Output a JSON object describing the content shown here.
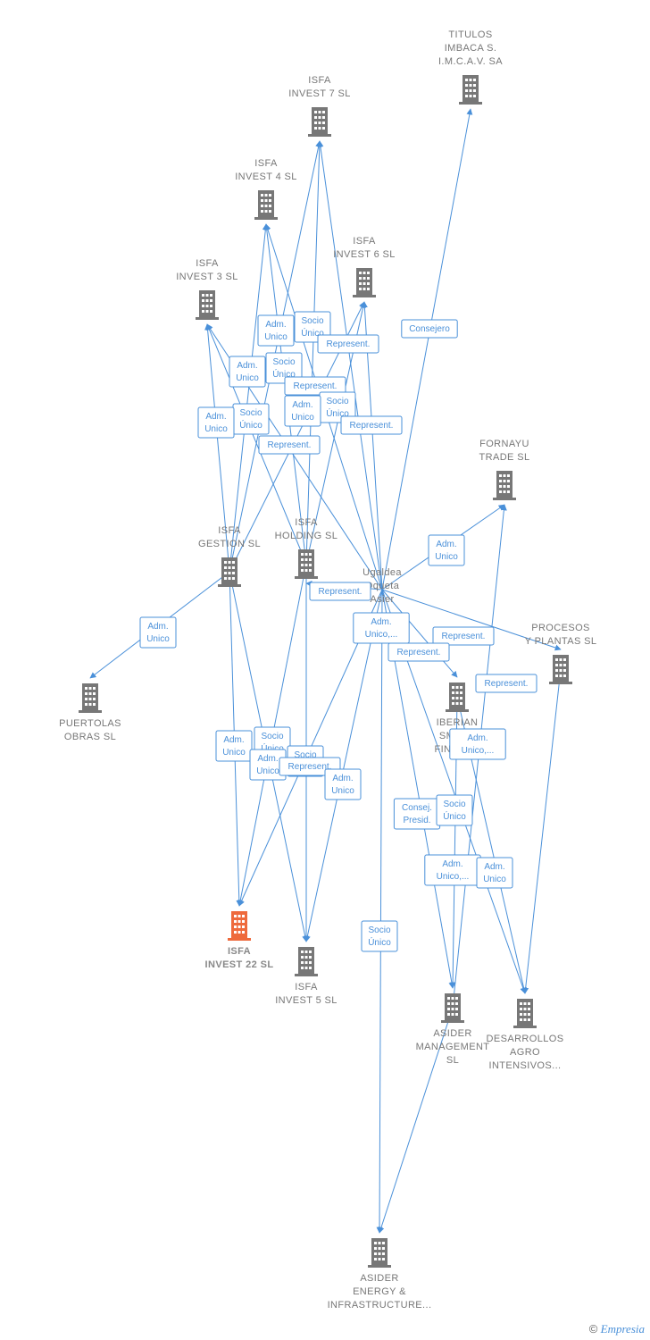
{
  "colors": {
    "edge": "#4a90d9",
    "building": "#777777",
    "focus": "#ee6a3c",
    "label": "#777777"
  },
  "nodes": [
    {
      "id": "titulos",
      "icon": "building-icon",
      "label": [
        "TITULOS",
        "IMBACA S.",
        "I.M.C.A.V. SA"
      ]
    },
    {
      "id": "isfa7",
      "icon": "building-icon",
      "label": [
        "ISFA",
        "INVEST 7  SL"
      ]
    },
    {
      "id": "isfa4",
      "icon": "building-icon",
      "label": [
        "ISFA",
        "INVEST 4  SL"
      ]
    },
    {
      "id": "isfa6",
      "icon": "building-icon",
      "label": [
        "ISFA",
        "INVEST 6  SL"
      ]
    },
    {
      "id": "isfa3",
      "icon": "building-icon",
      "label": [
        "ISFA",
        "INVEST 3  SL"
      ]
    },
    {
      "id": "fornayu",
      "icon": "building-icon",
      "label": [
        "FORNAYU",
        "TRADE  SL"
      ]
    },
    {
      "id": "gestion",
      "icon": "building-icon",
      "label": [
        "ISFA",
        "GESTION  SL"
      ]
    },
    {
      "id": "holding",
      "icon": "building-icon",
      "label": [
        "ISFA",
        "HOLDING  SL"
      ]
    },
    {
      "id": "ugaldea",
      "icon": "person-icon",
      "label": [
        "Ugaldea",
        "Oqueta",
        "Asier"
      ]
    },
    {
      "id": "procesos",
      "icon": "building-icon",
      "label": [
        "PROCESOS",
        "Y PLANTAS  SL"
      ]
    },
    {
      "id": "puertolas",
      "icon": "building-icon",
      "label": [
        "PUERTOLAS",
        "OBRAS  SL"
      ]
    },
    {
      "id": "iberian",
      "icon": "building-icon",
      "label": [
        "IBERIAN",
        "SMART",
        "FINANCE"
      ]
    },
    {
      "id": "isfa22",
      "icon": "building-icon",
      "focus": true,
      "label": [
        "ISFA",
        "INVEST 22  SL"
      ]
    },
    {
      "id": "isfa5",
      "icon": "building-icon",
      "label": [
        "ISFA",
        "INVEST 5  SL"
      ]
    },
    {
      "id": "asider_mgmt",
      "icon": "building-icon",
      "label": [
        "ASIDER",
        "MANAGEMENT",
        "SL"
      ]
    },
    {
      "id": "desarrollos",
      "icon": "building-icon",
      "label": [
        "DESARROLLOS",
        "AGRO",
        "INTENSIVOS..."
      ]
    },
    {
      "id": "asider_energy",
      "icon": "building-icon",
      "label": [
        "ASIDER",
        "ENERGY &",
        "INFRASTRUCTURE..."
      ]
    }
  ],
  "edges": [
    {
      "from": "ugaldea",
      "to": "titulos",
      "label": [
        "Consejero"
      ]
    },
    {
      "from": "holding",
      "to": "isfa7",
      "label": [
        "Socio",
        "Único"
      ]
    },
    {
      "from": "gestion",
      "to": "isfa7",
      "label": [
        "Adm.",
        "Unico"
      ]
    },
    {
      "from": "ugaldea",
      "to": "isfa7",
      "label": [
        "Represent."
      ]
    },
    {
      "from": "holding",
      "to": "isfa4",
      "label": [
        "Socio",
        "Único"
      ]
    },
    {
      "from": "gestion",
      "to": "isfa4",
      "label": [
        "Adm.",
        "Unico"
      ]
    },
    {
      "from": "ugaldea",
      "to": "isfa4",
      "label": [
        "Represent."
      ]
    },
    {
      "from": "holding",
      "to": "isfa6",
      "label": [
        "Socio",
        "Único"
      ]
    },
    {
      "from": "gestion",
      "to": "isfa6",
      "label": [
        "Adm.",
        "Unico"
      ]
    },
    {
      "from": "ugaldea",
      "to": "isfa6",
      "label": [
        "Represent."
      ]
    },
    {
      "from": "holding",
      "to": "isfa3",
      "label": [
        "Socio",
        "Único"
      ]
    },
    {
      "from": "gestion",
      "to": "isfa3",
      "label": [
        "Adm.",
        "Unico"
      ]
    },
    {
      "from": "ugaldea",
      "to": "isfa3",
      "label": [
        "Represent."
      ]
    },
    {
      "from": "ugaldea",
      "to": "fornayu",
      "label": [
        "Adm.",
        "Unico"
      ]
    },
    {
      "from": "gestion",
      "to": "puertolas",
      "label": [
        "Adm.",
        "Unico"
      ]
    },
    {
      "from": "ugaldea",
      "to": "holding",
      "label": [
        "Represent."
      ]
    },
    {
      "from": "ugaldea",
      "to": "procesos",
      "label": [
        "Represent."
      ]
    },
    {
      "from": "ugaldea",
      "to": "iberian",
      "label": [
        "Represent."
      ]
    },
    {
      "from": "ugaldea",
      "to": "isfa22",
      "label": [
        "Adm.",
        "Unico,..."
      ]
    },
    {
      "from": "gestion",
      "to": "isfa22",
      "label": [
        "Adm.",
        "Unico"
      ]
    },
    {
      "from": "holding",
      "to": "isfa22",
      "label": [
        "Socio",
        "Único"
      ]
    },
    {
      "from": "holding",
      "to": "isfa5",
      "label": [
        "Socio",
        "Único"
      ]
    },
    {
      "from": "gestion",
      "to": "isfa5",
      "label": [
        "Adm.",
        "Unico"
      ]
    },
    {
      "from": "ugaldea",
      "to": "isfa5",
      "label": [
        "Represent."
      ]
    },
    {
      "from": "ugaldea",
      "to": "asider_mgmt",
      "label": [
        "Adm.",
        "Unico"
      ]
    },
    {
      "from": "iberian",
      "to": "asider_mgmt",
      "label": [
        "Consej.",
        "Presid."
      ]
    },
    {
      "from": "asider_mgmt",
      "to": "fornayu",
      "label": [
        "Adm.",
        "Unico,..."
      ]
    },
    {
      "from": "ugaldea",
      "to": "desarrollos",
      "label": [
        "Represent."
      ]
    },
    {
      "from": "iberian",
      "to": "desarrollos",
      "label": [
        "Socio",
        "Único"
      ]
    },
    {
      "from": "procesos",
      "to": "desarrollos",
      "label": [
        "Adm.",
        "Unico,..."
      ]
    },
    {
      "from": "ugaldea",
      "to": "asider_energy",
      "label": [
        "Adm.",
        "Unico"
      ]
    },
    {
      "from": "asider_mgmt",
      "to": "asider_energy",
      "label": [
        "Socio",
        "Único"
      ]
    }
  ],
  "footer": {
    "symbol": "©",
    "brand": "Empresia"
  }
}
